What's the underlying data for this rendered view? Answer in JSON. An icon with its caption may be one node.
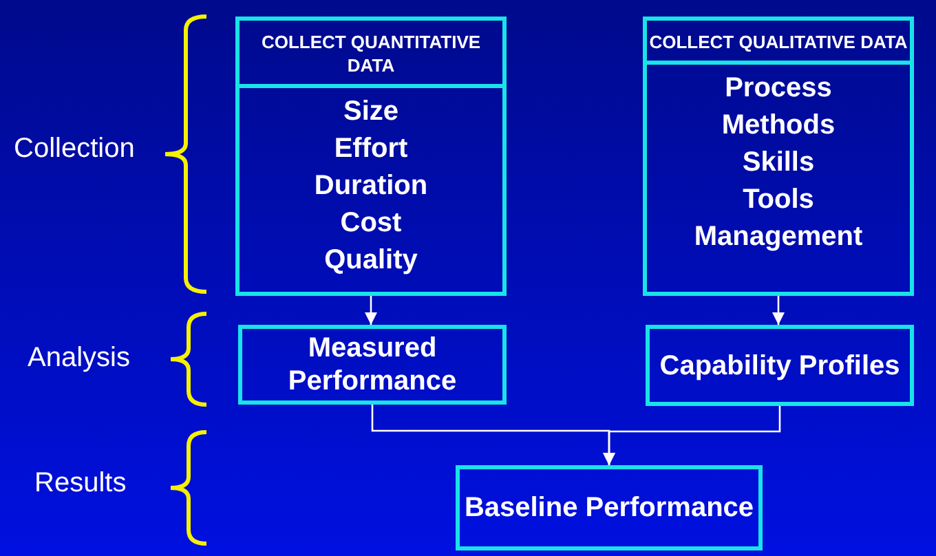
{
  "diagram": {
    "nodes": [
      {
        "text": [
          "COLLECT QUANTITATIVE DATA",
          "Size",
          "Effort",
          "Duration",
          "Cost",
          "Quality"
        ]
      },
      {
        "text": [
          "Measured Performance"
        ]
      },
      {
        "text": [
          "COLLECT QUALITATIVE DATA",
          "Process",
          "Methods",
          "Skills",
          "Tools",
          "Management"
        ]
      },
      {
        "text": [
          "Capability Profiles"
        ]
      },
      {
        "text": [
          "Baseline Performance"
        ]
      }
    ],
    "edges": [
      {
        "from": 0,
        "to": 1,
        "arrow": "to"
      },
      {
        "from": 2,
        "to": 3,
        "arrow": "to"
      },
      {
        "from": 1,
        "to": 4,
        "arrow": "to"
      },
      {
        "from": 3,
        "to": 4,
        "arrow": "to"
      }
    ],
    "labels": [
      "Collection",
      "Analysis",
      "Results"
    ]
  }
}
